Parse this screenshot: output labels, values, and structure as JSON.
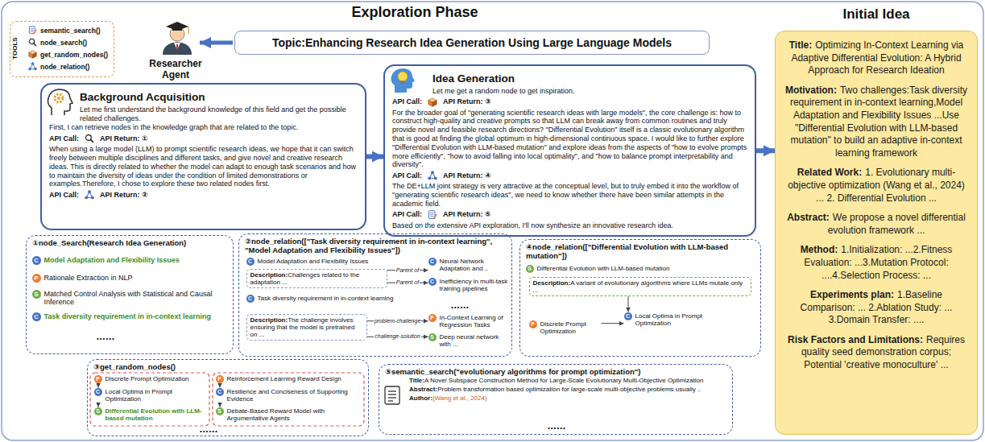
{
  "diagram": {
    "title": "Exploration Phase",
    "nodes": [
      {
        "text": [
          "TOOLS",
          "semantic_search()",
          "node_search()",
          "get_random_nodes()",
          "node_relation()"
        ]
      },
      {
        "text": [
          "Topic:Enhancing Research Idea Generation Using Large Language Models"
        ]
      },
      {
        "text": [
          "Background Acquisition",
          "Let me first understand the background knowledge of this field and get the possible related challenges.",
          "First, I can retrieve nodes in the knowledge graph that are related to the topic.",
          "API Call:",
          "API Return: ①",
          "When using a large model (LLM) to prompt scientific research ideas, we hope that it can switch freely between multiple disciplines and different tasks, and give novel and creative research ideas. This is directly related to whether the model can adapt to enough task scenarios and how to maintain the diversity of ideas under the condition of limited demonstrations or examples.Therefore, I chose to explore these two related nodes first.",
          "API Call:",
          "API Return: ②"
        ]
      },
      {
        "text": [
          "Idea Generation",
          "Let me get a random node to get inspiration.",
          "API Call:",
          "API Return: ③",
          "For the broader goal of \"generating scientific research ideas with large models\", the core challenge is: how to construct high-quality and creative prompts so that LLM can break away from common routines and truly provide novel and feasible research directions? \"Differential Evolution\" itself is a classic evolutionary algorithm that is good at finding the global optimum in high-dimensional continuous space. I would like to further explore \"Differential Evolution with LLM-based mutation\" and explore ideas from the aspects of \"how to evolve prompts more efficiently\", \"how to avoid falling into local optimality\", and \"how to balance prompt interpretability and diversity\".",
          "API Call:",
          "API Return: ④",
          "The DE+LLM joint strategy is very attractive at the conceptual level, but to truly embed it into the workflow of \"generating scientific research ideas\", we need to know whether there have been similar attempts in the academic field.",
          "API Call:",
          "API Return: ⑤",
          "Based on the extensive API exploration, I'll now synthesize an innovative research idea."
        ]
      },
      {
        "text": [
          "Initial Idea",
          "Title:",
          "Optimizing In-Context Learning via Adaptive Differential Evolution: A Hybrid Approach for Research Ideation",
          "Motivation:",
          "Two challenges:Task diversity requirement in in-context learning,Model Adaptation and Flexibility Issues ...Use \"Differential Evolution with LLM-based mutation\" to build an adaptive in-context learning framework",
          "Related Work:",
          "1. Evolutionary multi-objective optimization (Wang et al., 2024) ... 2. Differential Evolution ...",
          "Abstract:",
          "We propose a novel differential evolution framework ...",
          "Method:",
          "1.Initialization: ...2.Fitness Evaluation: ...3.Mutation Protocol: ....4.Selection Process: ...",
          "Experiments plan:",
          "1.Baseline Comparison: ... 2.Ablation Study: ... 3.Domain Transfer: ....",
          "Risk Factors and Limitations:",
          "Requires quality seed demonstration corpus; Potential 'creative monoculture' ..."
        ]
      },
      {
        "text": [
          "①node_Search(Research Idea Generation)"
        ]
      },
      {
        "text": [
          "C",
          "Model Adaptation and Flexibility Issues"
        ],
        "in": 5
      },
      {
        "text": [
          "P",
          "Rationale Extraction in NLP"
        ],
        "in": 5
      },
      {
        "text": [
          "S",
          "Matched Control Analysis with Statistical and Causal Inference"
        ],
        "in": 5
      },
      {
        "text": [
          "C",
          "Task diversity requirement in in-context learning"
        ],
        "in": 5
      },
      {
        "text": [
          "②node_relation([\"Task diversity requirement in in-context learning\", \"Model Adaptation and Flexibility Issues\"])"
        ]
      },
      {
        "text": [
          "C",
          "Model Adaptation and Flexibility Issues"
        ],
        "in": 10
      },
      {
        "text": [
          "Description:",
          "Challenges related to the adaptation ..."
        ],
        "in": 10
      },
      {
        "text": [
          "C",
          "Neural Network Adaptation and .."
        ],
        "in": 10
      },
      {
        "text": [
          "C",
          "Inefficiency in multi-task training pipelines"
        ],
        "in": 10
      },
      {
        "text": [
          "C",
          "Task diversity requirement in in-context learning"
        ],
        "in": 10
      },
      {
        "text": [
          "Description:",
          "The challenge involves ensuring that the model is pretrained on ..."
        ],
        "in": 10
      },
      {
        "text": [
          "P",
          "In-Context Learning of Regression Tasks"
        ],
        "in": 10
      },
      {
        "text": [
          "S",
          "Deep neural network with ..."
        ],
        "in": 10
      },
      {
        "text": [
          "④node_relation([\"Differential Evolution with LLM-based mutation\"])"
        ]
      },
      {
        "text": [
          "S",
          "Differential Evolution with LLM-based mutation"
        ],
        "in": 19
      },
      {
        "text": [
          "Description:",
          "A variant of evolutionary algorithms where LLMs mutate only ..."
        ],
        "in": 19
      },
      {
        "text": [
          "P",
          "Discrete Prompt Optimization"
        ],
        "in": 19
      },
      {
        "text": [
          "C",
          "Local Optima in Prompt Optimization"
        ],
        "in": 19
      },
      {
        "text": [
          "③get_random_nodes()"
        ]
      },
      {
        "text": [
          "P",
          "Discrete Prompt Optimization"
        ],
        "in": 24
      },
      {
        "text": [
          "C",
          "Local Optima in Prompt Optimization"
        ],
        "in": 24
      },
      {
        "text": [
          "S",
          "Differential Evolution with LLM-based mutation"
        ],
        "in": 24
      },
      {
        "text": [
          "P",
          "Reinforcement Learning Reward Design"
        ],
        "in": 24
      },
      {
        "text": [
          "C",
          "Resilience and Conciseness of Supporting Evidence"
        ],
        "in": 24
      },
      {
        "text": [
          "S",
          "Debate-Based Reward Model with Argumentative Agents"
        ],
        "in": 24
      },
      {
        "text": [
          "⑤semantic_search(\"evolutionary algorithms for prompt optimization\")",
          "Title:",
          "A Novel Subspace Construction Method for Large-Scale Evolutionary Multi-Objective Optimization",
          "Abstract:",
          "Problem transformation based optimization for large-scale multi-objective problems usually ..",
          "Author:",
          "(Wang et al., 2024)"
        ]
      }
    ],
    "edges": [
      {
        "from": 2,
        "to": 3,
        "arrow": "to"
      },
      {
        "from": 3,
        "to": 4,
        "arrow": "to"
      },
      {
        "from": 12,
        "to": 13,
        "label": "Parent of",
        "arrow": "to"
      },
      {
        "from": 12,
        "to": 14,
        "label": "Parent of",
        "arrow": "to"
      },
      {
        "from": 16,
        "to": 17,
        "label": "problem-challenge",
        "arrow": "to"
      },
      {
        "from": 16,
        "to": 18,
        "label": "challenge-solution",
        "arrow": "to"
      },
      {
        "from": 21,
        "to": 23,
        "arrow": "to"
      },
      {
        "from": 22,
        "to": 23,
        "arrow": "to"
      },
      {
        "from": 25,
        "to": 26,
        "arrow": "to"
      },
      {
        "from": 26,
        "to": 27,
        "arrow": "to"
      },
      {
        "from": 28,
        "to": 29,
        "arrow": "to"
      },
      {
        "from": 29,
        "to": 30,
        "arrow": "to"
      }
    ],
    "labels": [
      "Researcher Agent",
      "••••••",
      "••••••",
      "••••••",
      "••••••"
    ]
  }
}
